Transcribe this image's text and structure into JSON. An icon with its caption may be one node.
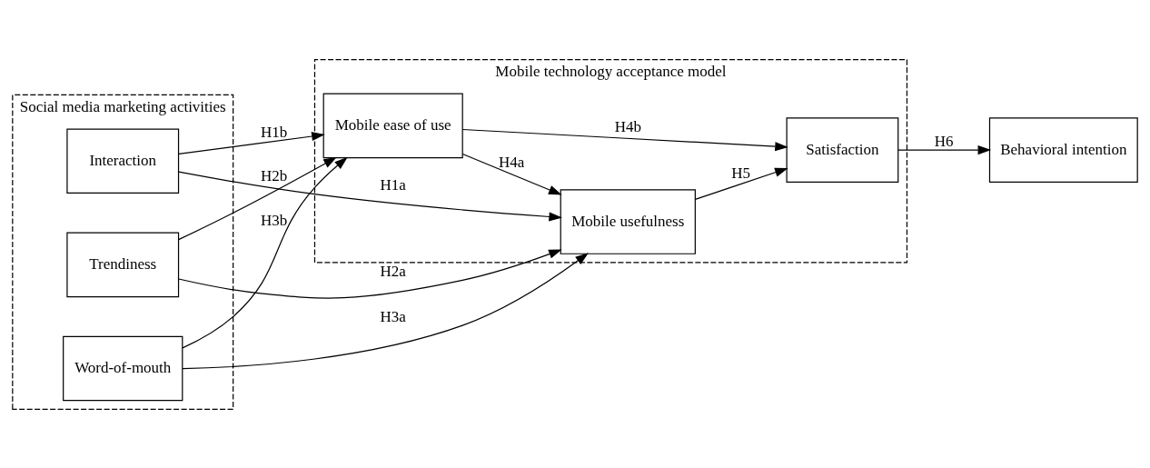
{
  "diagram": {
    "nodes": [
      {
        "text": [
          "Social media marketing activities"
        ]
      },
      {
        "text": [
          "Interaction"
        ],
        "in": 0
      },
      {
        "text": [
          "Trendiness"
        ],
        "in": 0
      },
      {
        "text": [
          "Word-of-mouth"
        ],
        "in": 0
      },
      {
        "text": [
          "Mobile technology acceptance model"
        ]
      },
      {
        "text": [
          "Mobile usefulness"
        ],
        "in": 4
      },
      {
        "text": [
          "Satisfaction"
        ],
        "in": 4
      },
      {
        "text": [
          "Mobile ease of use"
        ],
        "in": 4
      },
      {
        "text": [
          "Behavioral intention"
        ]
      }
    ],
    "edges": [
      {
        "from": 1,
        "to": 5,
        "arrow": "to",
        "label": "H1a"
      },
      {
        "from": 1,
        "to": 7,
        "arrow": "to",
        "label": "H1b"
      },
      {
        "from": 2,
        "to": 5,
        "arrow": "to",
        "label": "H2a"
      },
      {
        "from": 2,
        "to": 7,
        "arrow": "to",
        "label": "H2b"
      },
      {
        "from": 3,
        "to": 5,
        "arrow": "to",
        "label": "H3a"
      },
      {
        "from": 3,
        "to": 7,
        "arrow": "to",
        "label": "H3b"
      },
      {
        "from": 7,
        "to": 5,
        "arrow": "to",
        "label": "H4a"
      },
      {
        "from": 7,
        "to": 6,
        "arrow": "to",
        "label": "H4b"
      },
      {
        "from": 5,
        "to": 6,
        "arrow": "to",
        "label": "H5"
      },
      {
        "from": 6,
        "to": 8,
        "arrow": "to",
        "label": "H6"
      }
    ]
  }
}
